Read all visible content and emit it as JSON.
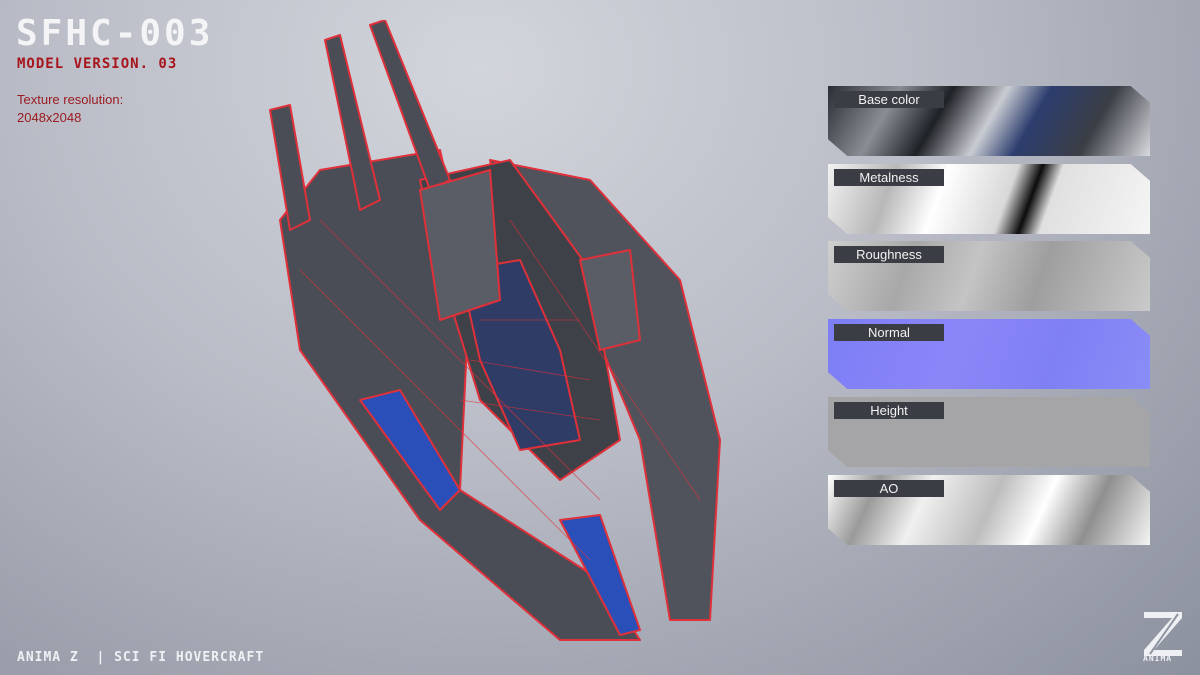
{
  "header": {
    "title": "SFHC-003",
    "version": "MODEL VERSION. 03",
    "texture_label": "Texture resolution:",
    "texture_value": "2048x2048"
  },
  "maps": [
    {
      "label": "Base color"
    },
    {
      "label": "Metalness"
    },
    {
      "label": "Roughness"
    },
    {
      "label": "Normal"
    },
    {
      "label": "Height"
    },
    {
      "label": "AO"
    }
  ],
  "footer": {
    "text": "ANIMA Z  | SCI FI HOVERCRAFT"
  },
  "logo": {
    "letter": "Z",
    "text": "ANIMA"
  },
  "colors": {
    "accent": "#a8141c",
    "wire": "#e0303a",
    "hull": "#4a4d55",
    "blue": "#2a4fb8"
  }
}
